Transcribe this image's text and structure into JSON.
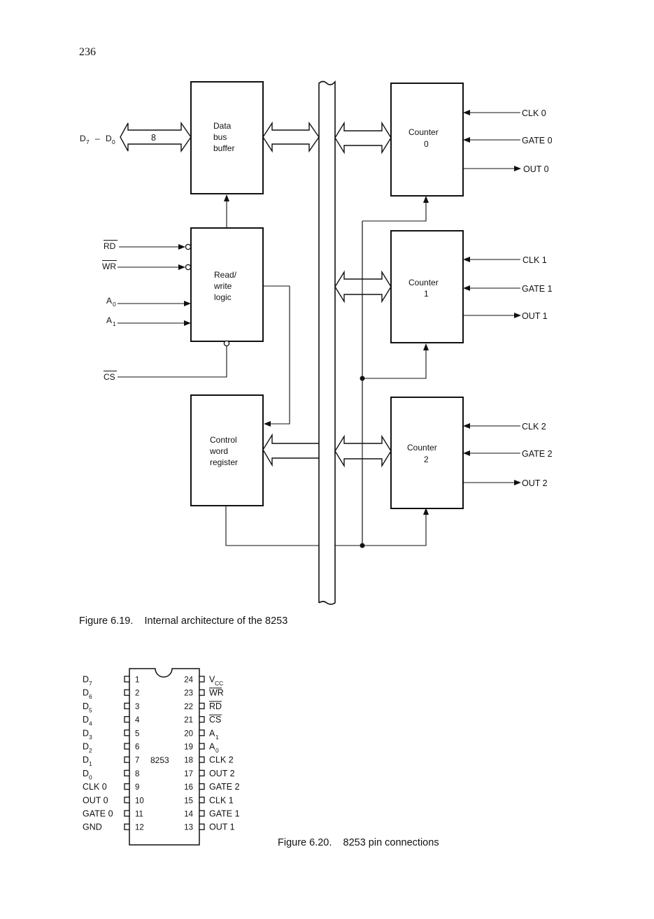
{
  "page": {
    "number": "236"
  },
  "figure_6_19": {
    "caption_number": "Figure 6.19.",
    "caption_text": "Internal architecture of the 8253",
    "data_bus": {
      "label_main": "D",
      "label_sub_high": "7",
      "label_dash": "–",
      "label_sub_low": "0",
      "width_label": "8"
    },
    "blocks": {
      "data_bus_buffer": [
        "Data",
        "bus",
        "buffer"
      ],
      "read_write_logic": [
        "Read/",
        "write",
        "logic"
      ],
      "control_word_register": [
        "Control",
        "word",
        "register"
      ],
      "counter_0": [
        "Counter",
        "0"
      ],
      "counter_1": [
        "Counter",
        "1"
      ],
      "counter_2": [
        "Counter",
        "2"
      ]
    },
    "rw_inputs": {
      "rd": "RD",
      "wr": "WR",
      "a0_main": "A",
      "a0_sub": "0",
      "a1_main": "A",
      "a1_sub": "1",
      "cs": "CS"
    },
    "counter_signals": [
      {
        "clk": "CLK 0",
        "gate": "GATE 0",
        "out": "OUT 0"
      },
      {
        "clk": "CLK 1",
        "gate": "GATE 1",
        "out": "OUT 1"
      },
      {
        "clk": "CLK 2",
        "gate": "GATE 2",
        "out": "OUT 2"
      }
    ]
  },
  "figure_6_20": {
    "caption_number": "Figure 6.20.",
    "caption_text": "8253 pin connections",
    "chip_label": "8253",
    "left_pins": [
      {
        "num": "1",
        "main": "D",
        "sub": "7"
      },
      {
        "num": "2",
        "main": "D",
        "sub": "6"
      },
      {
        "num": "3",
        "main": "D",
        "sub": "5"
      },
      {
        "num": "4",
        "main": "D",
        "sub": "4"
      },
      {
        "num": "5",
        "main": "D",
        "sub": "3"
      },
      {
        "num": "6",
        "main": "D",
        "sub": "2"
      },
      {
        "num": "7",
        "main": "D",
        "sub": "1"
      },
      {
        "num": "8",
        "main": "D",
        "sub": "0"
      },
      {
        "num": "9",
        "main": "CLK 0",
        "sub": ""
      },
      {
        "num": "10",
        "main": "OUT 0",
        "sub": ""
      },
      {
        "num": "11",
        "main": "GATE 0",
        "sub": ""
      },
      {
        "num": "12",
        "main": "GND",
        "sub": ""
      }
    ],
    "right_pins": [
      {
        "num": "24",
        "main": "V",
        "sub": "CC",
        "overline": false
      },
      {
        "num": "23",
        "main": "WR",
        "sub": "",
        "overline": true
      },
      {
        "num": "22",
        "main": "RD",
        "sub": "",
        "overline": true
      },
      {
        "num": "21",
        "main": "CS",
        "sub": "",
        "overline": true
      },
      {
        "num": "20",
        "main": "A",
        "sub": "1",
        "overline": false
      },
      {
        "num": "19",
        "main": "A",
        "sub": "0",
        "overline": false
      },
      {
        "num": "18",
        "main": "CLK 2",
        "sub": "",
        "overline": false
      },
      {
        "num": "17",
        "main": "OUT 2",
        "sub": "",
        "overline": false
      },
      {
        "num": "16",
        "main": "GATE 2",
        "sub": "",
        "overline": false
      },
      {
        "num": "15",
        "main": "CLK 1",
        "sub": "",
        "overline": false
      },
      {
        "num": "14",
        "main": "GATE 1",
        "sub": "",
        "overline": false
      },
      {
        "num": "13",
        "main": "OUT 1",
        "sub": "",
        "overline": false
      }
    ]
  }
}
